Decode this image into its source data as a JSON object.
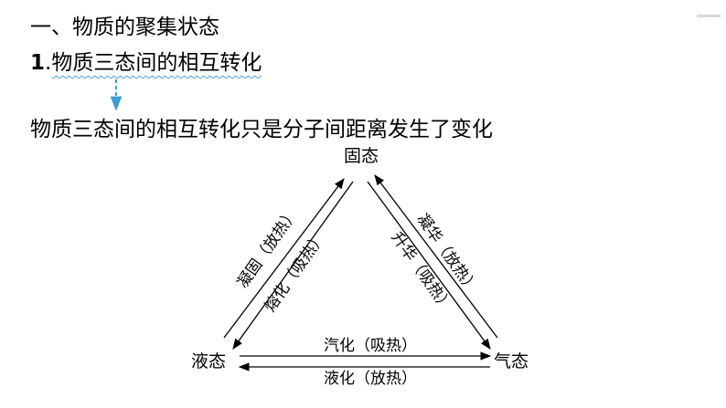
{
  "header": {
    "section_title": "一、物质的聚集状态",
    "subtitle_number": "1",
    "subtitle_text": "物质三态间的相互转化"
  },
  "statement": "物质三态间的相互转化只是分子间距离发生了变化",
  "colors": {
    "accent_arrow": "#3a9fd8",
    "wavy_underline": "#4aa3e0",
    "line": "#000000"
  },
  "diagram": {
    "nodes": {
      "solid": "固态",
      "liquid": "液态",
      "gas": "气态"
    },
    "transitions": {
      "solidification": "凝固（放热）",
      "melting": "熔化（吸热）",
      "deposition": "凝华（放热）",
      "sublimation": "升华（吸热）",
      "vaporization": "汽化（吸热）",
      "liquefaction": "液化（放热）"
    }
  }
}
